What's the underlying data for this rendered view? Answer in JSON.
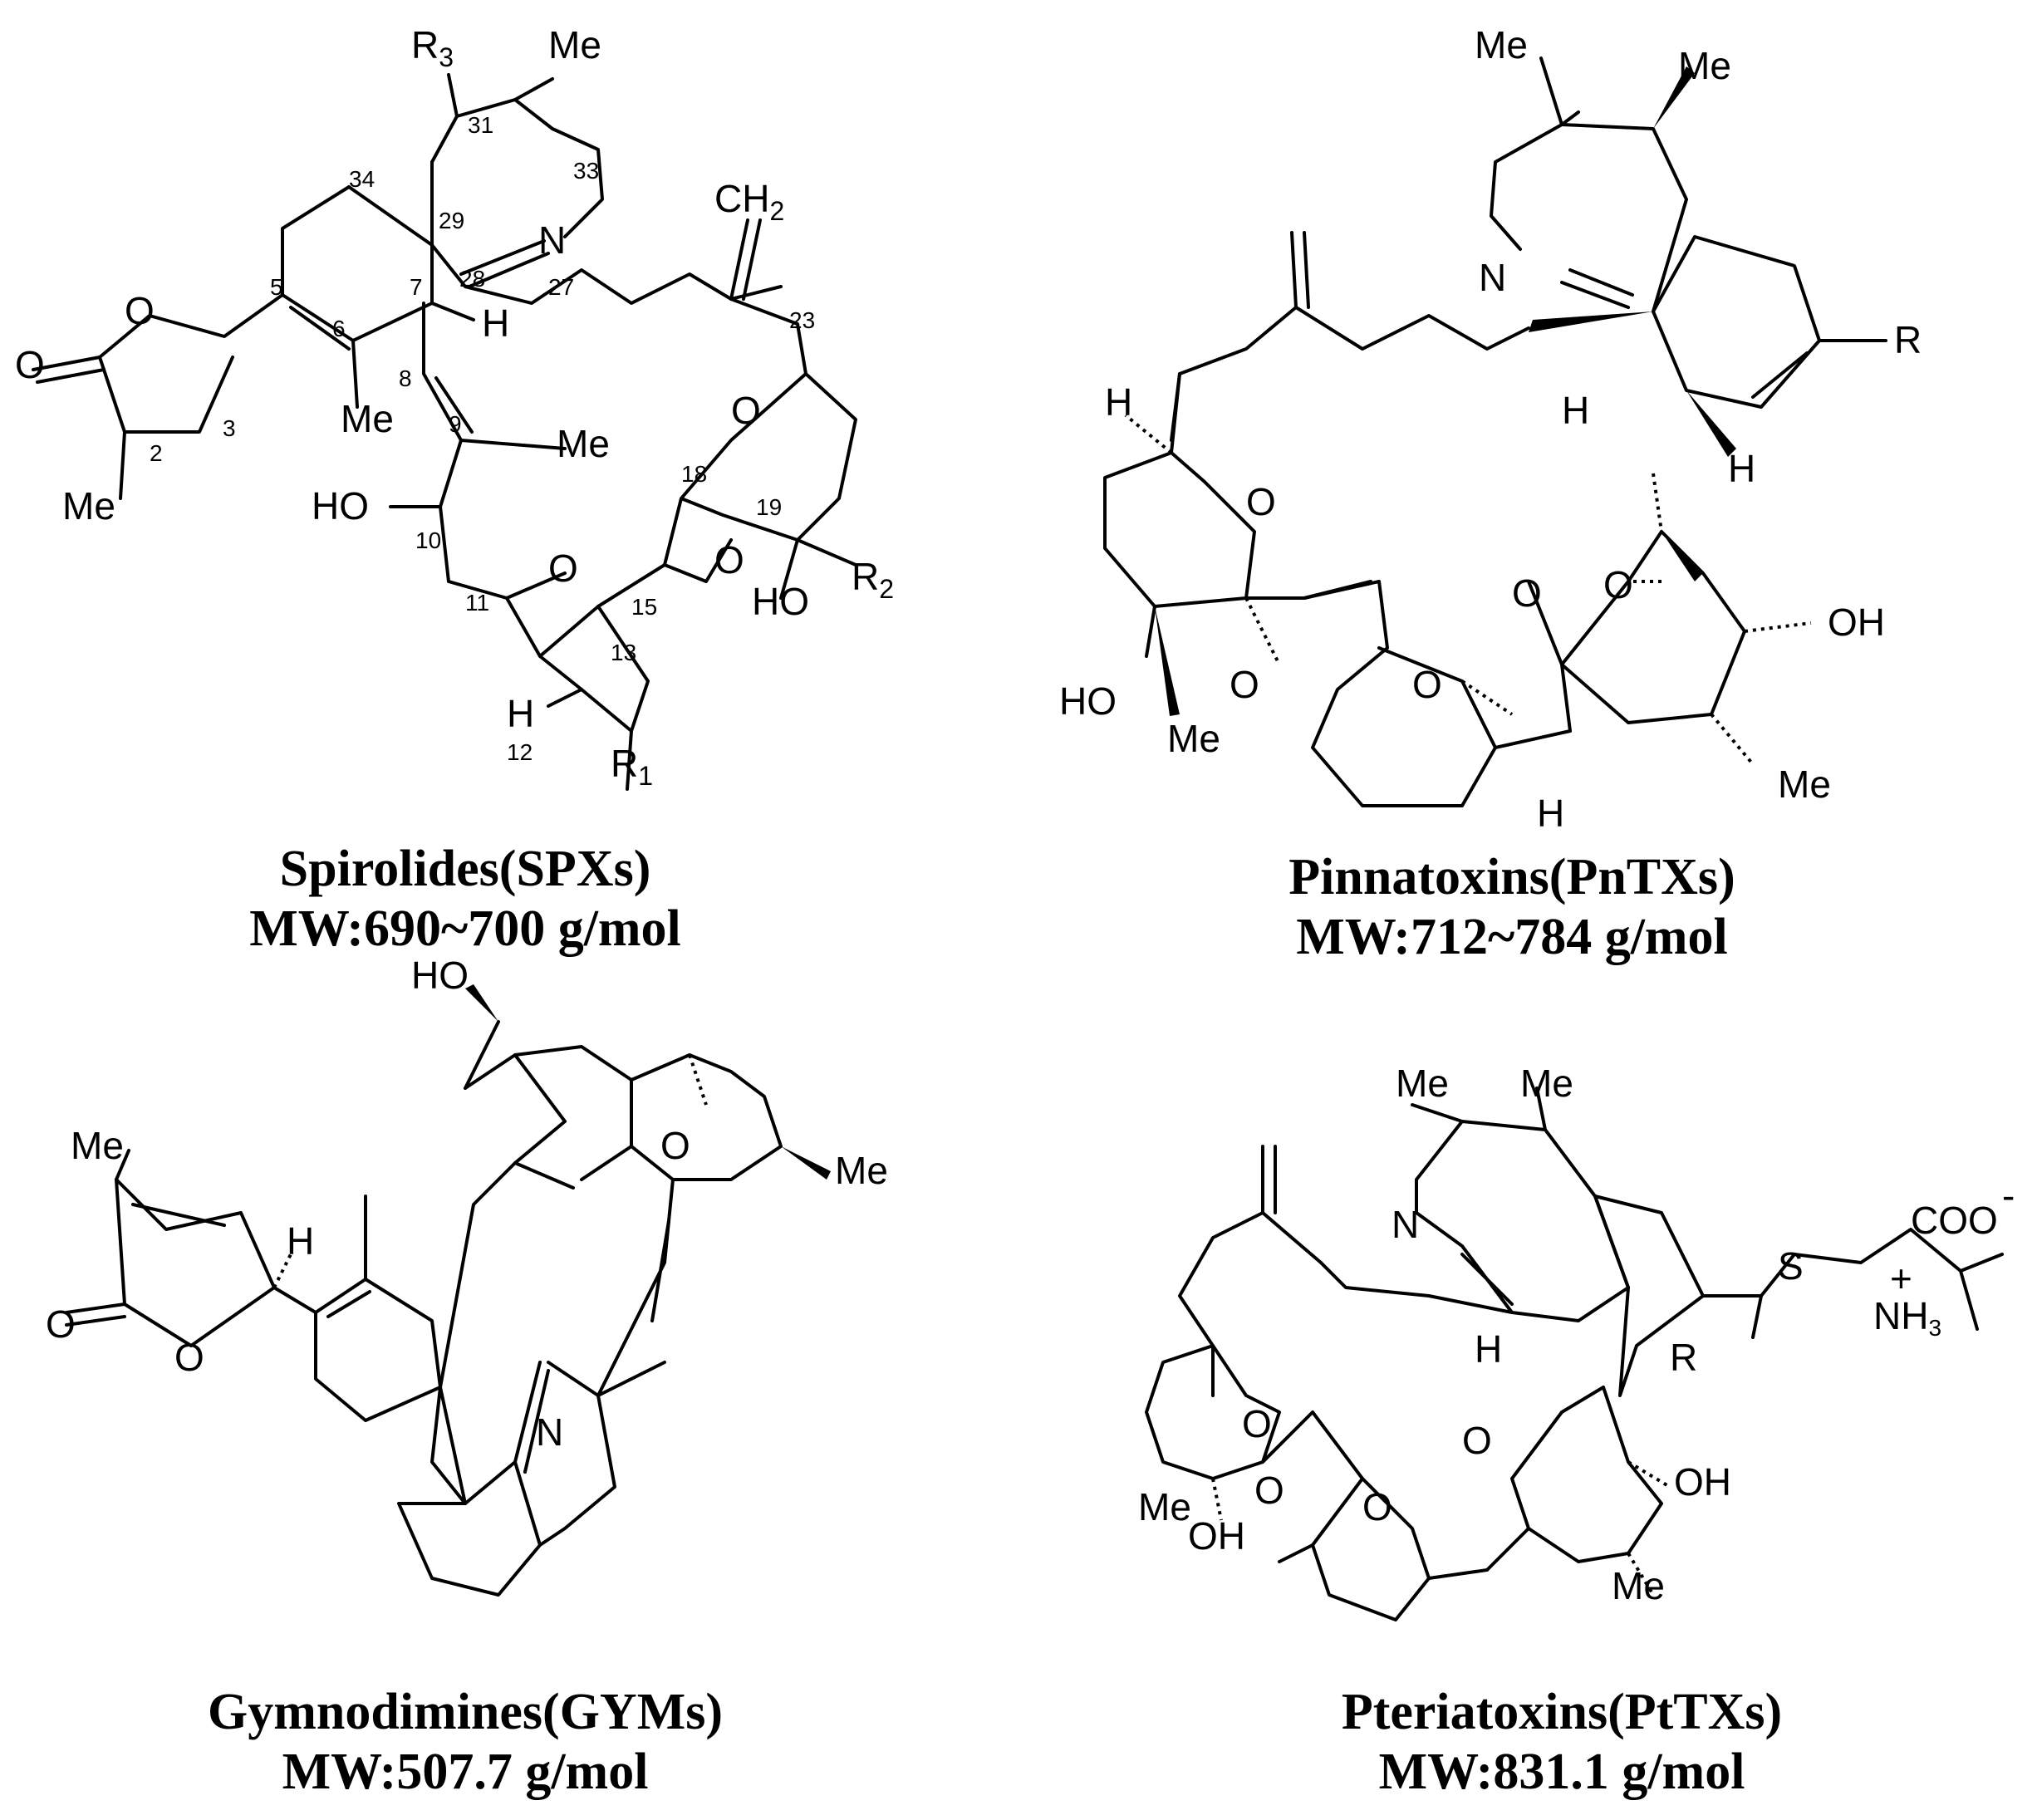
{
  "structures": [
    {
      "id": "spirolides",
      "name": "Spirolides(SPXs)",
      "mw": "MW:690~700 g/mol",
      "labels": [
        "R3",
        "Me",
        "31",
        "33",
        "34",
        "29",
        "CH2",
        "N",
        "28",
        "27",
        "5",
        "7",
        "H",
        "23",
        "O",
        "O",
        "6",
        "8",
        "3",
        "Me",
        "9",
        "Me",
        "O",
        "2",
        "Me",
        "HO",
        "10",
        "18",
        "19",
        "O",
        "O",
        "11",
        "15",
        "HO",
        "R2",
        "13",
        "H",
        "12",
        "R1"
      ]
    },
    {
      "id": "pinnatoxins",
      "name": "Pinnatoxins(PnTXs)",
      "mw": "MW:712~784 g/mol",
      "labels": [
        "Me",
        "Me",
        "N",
        "R",
        "H",
        "H",
        "H",
        "O",
        "O",
        "O",
        "OH",
        "HO",
        "O",
        "O",
        "Me",
        "H",
        "Me"
      ]
    },
    {
      "id": "gymnodimines",
      "name": "Gymnodimines(GYMs)",
      "mw": "MW:507.7 g/mol",
      "labels": [
        "HO",
        "Me",
        "O",
        "Me",
        "H",
        "O",
        "O",
        "N"
      ]
    },
    {
      "id": "pteriatoxins",
      "name": "Pteriatoxins(PtTXs)",
      "mw": "MW:831.1 g/mol",
      "labels": [
        "Me",
        "Me",
        "N",
        "S",
        "COO",
        "-",
        "H",
        "R",
        "+",
        "NH3",
        "O",
        "O",
        "OH",
        "Me",
        "O",
        "O",
        "OH",
        "Me"
      ]
    }
  ]
}
